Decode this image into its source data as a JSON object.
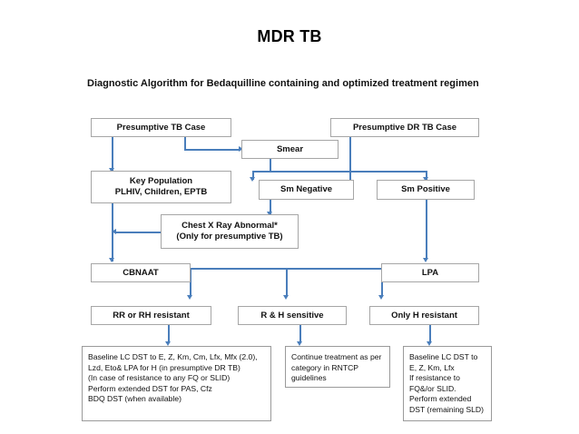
{
  "page": {
    "title": "MDR TB",
    "subtitle": "Diagnostic Algorithm for Bedaquilline containing and optimized treatment regimen",
    "accent_color": "#4a7ebb",
    "box_border_color": "#a6a6a6",
    "background_color": "#ffffff"
  },
  "nodes": {
    "presumptive_tb_case": "Presumptive TB Case",
    "presumptive_dr_tb_case": "Presumptive DR TB Case",
    "smear": "Smear",
    "key_population": "Key Population\nPLHIV, Children, EPTB",
    "key_population_line1": "Key Population",
    "key_population_line2": "PLHIV, Children, EPTB",
    "sm_negative": "Sm Negative",
    "sm_positive": "Sm Positive",
    "chest_xray_line1": "Chest X Ray Abnormal*",
    "chest_xray_line2": "(Only for presumptive TB)",
    "cbnaat": "CBNAAT",
    "lpa": "LPA",
    "rr_or_rh_resistant": "RR or RH resistant",
    "r_and_h_sensitive": "R & H sensitive",
    "only_h_resistant": "Only H resistant"
  },
  "notes": {
    "left": "Baseline LC DST to E, Z, Km, Cm, Lfx, Mfx (2.0), Lzd, Eto& LPA for H (in presumptive DR TB)\n(In case of resistance to any FQ or SLID)\nPerform extended DST for PAS, Cfz\nBDQ DST (when available)",
    "middle": "Continue treatment as per category in RNTCP guidelines",
    "right": "Baseline LC DST to E, Z, Km, Lfx\nIf resistance to FQ&/or SLID.\nPerform extended DST (remaining SLD)"
  },
  "chart_data": {
    "type": "diagram",
    "title": "Diagnostic Algorithm for Bedaquilline containing and optimized treatment regimen",
    "nodes": [
      {
        "id": "presumptive_tb_case",
        "label": "Presumptive TB Case"
      },
      {
        "id": "presumptive_dr_tb_case",
        "label": "Presumptive DR TB Case"
      },
      {
        "id": "smear",
        "label": "Smear"
      },
      {
        "id": "key_population",
        "label": "Key Population / PLHIV, Children, EPTB"
      },
      {
        "id": "sm_negative",
        "label": "Sm Negative"
      },
      {
        "id": "sm_positive",
        "label": "Sm Positive"
      },
      {
        "id": "chest_xray",
        "label": "Chest X Ray Abnormal* (Only for presumptive TB)"
      },
      {
        "id": "cbnaat",
        "label": "CBNAAT"
      },
      {
        "id": "lpa",
        "label": "LPA"
      },
      {
        "id": "rr_or_rh_resistant",
        "label": "RR or RH resistant"
      },
      {
        "id": "r_and_h_sensitive",
        "label": "R & H sensitive"
      },
      {
        "id": "only_h_resistant",
        "label": "Only H resistant"
      },
      {
        "id": "note_left",
        "label": "Baseline LC DST to E, Z, Km, Cm, Lfx, Mfx (2.0), Lzd, Eto& LPA for H"
      },
      {
        "id": "note_middle",
        "label": "Continue treatment as per category in RNTCP guidelines"
      },
      {
        "id": "note_right",
        "label": "Baseline LC DST to E, Z, Km, Lfx"
      }
    ],
    "edges": [
      {
        "from": "presumptive_tb_case",
        "to": "key_population"
      },
      {
        "from": "presumptive_tb_case",
        "to": "smear"
      },
      {
        "from": "presumptive_dr_tb_case",
        "to": "sm_positive"
      },
      {
        "from": "smear",
        "to": "sm_negative"
      },
      {
        "from": "smear",
        "to": "sm_positive"
      },
      {
        "from": "sm_negative",
        "to": "chest_xray"
      },
      {
        "from": "chest_xray",
        "to": "cbnaat"
      },
      {
        "from": "key_population",
        "to": "cbnaat"
      },
      {
        "from": "sm_positive",
        "to": "lpa"
      },
      {
        "from": "cbnaat",
        "to": "rr_or_rh_resistant"
      },
      {
        "from": "cbnaat",
        "to": "r_and_h_sensitive"
      },
      {
        "from": "cbnaat",
        "to": "only_h_resistant"
      },
      {
        "from": "lpa",
        "to": "only_h_resistant"
      },
      {
        "from": "rr_or_rh_resistant",
        "to": "note_left"
      },
      {
        "from": "r_and_h_sensitive",
        "to": "note_middle"
      },
      {
        "from": "only_h_resistant",
        "to": "note_right"
      }
    ]
  }
}
